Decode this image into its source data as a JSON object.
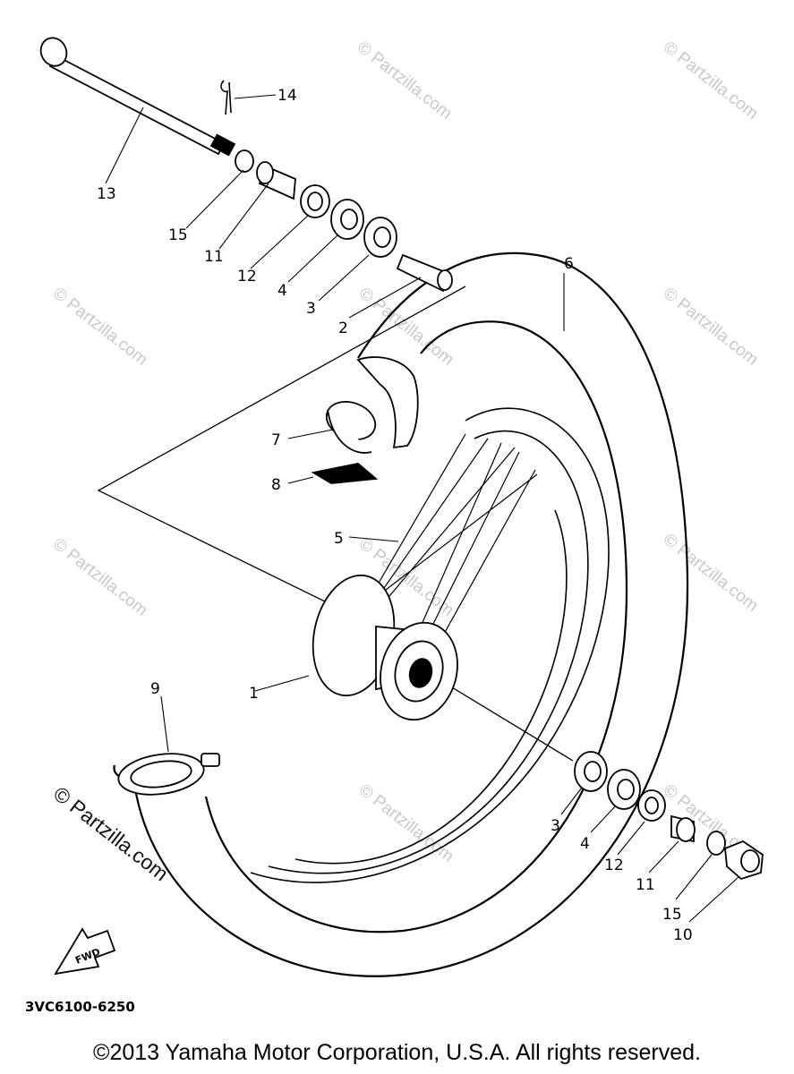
{
  "callouts": {
    "c1": "1",
    "c2": "2",
    "c3a": "3",
    "c3b": "3",
    "c4a": "4",
    "c4b": "4",
    "c5": "5",
    "c6": "6",
    "c7": "7",
    "c8": "8",
    "c9": "9",
    "c10": "10",
    "c11a": "11",
    "c11b": "11",
    "c12a": "12",
    "c12b": "12",
    "c13": "13",
    "c14": "14",
    "c15a": "15",
    "c15b": "15"
  },
  "fwd_label": "FWD",
  "diagram_code": "3VC6100-6250",
  "watermark": "© Partzilla.com",
  "copyright": "©2013 Yamaha Motor Corporation, U.S.A. All rights reserved."
}
